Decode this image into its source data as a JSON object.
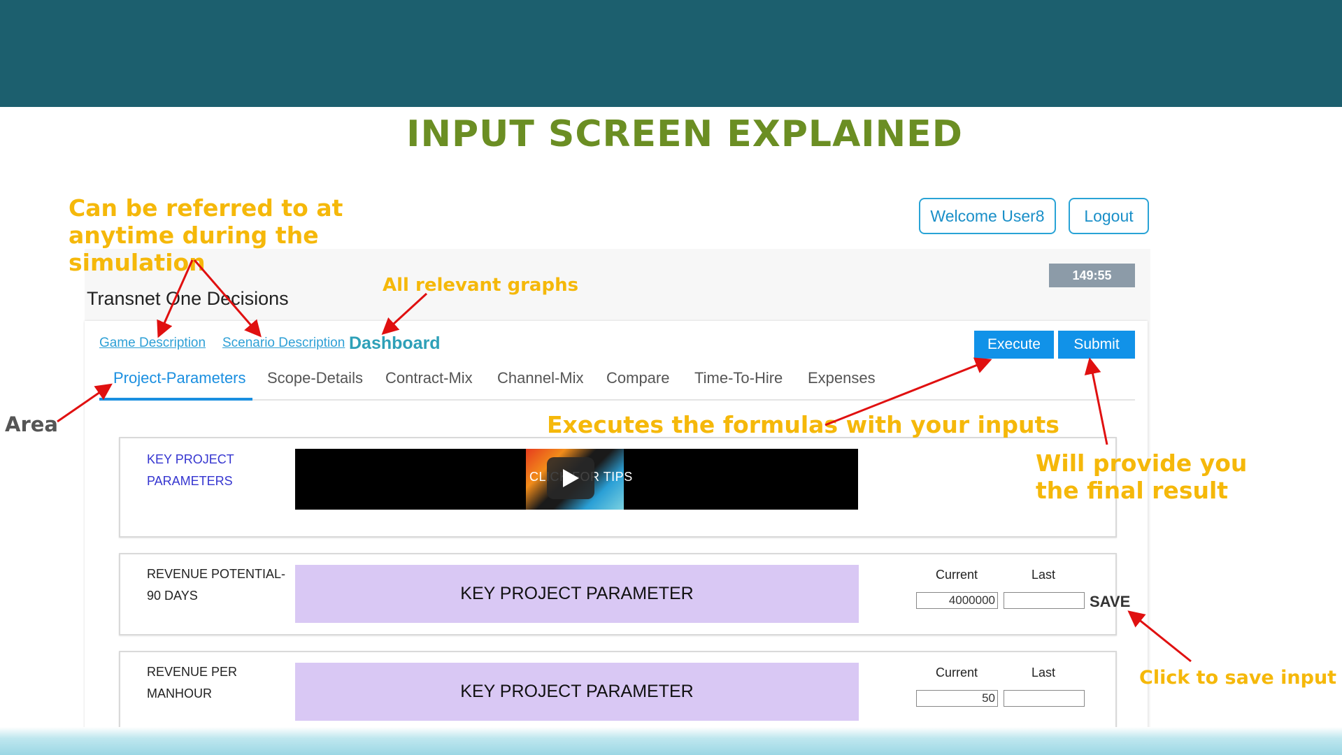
{
  "slide": {
    "title": "INPUT SCREEN EXPLAINED"
  },
  "header": {
    "welcome_label": "Welcome User8",
    "logout_label": "Logout",
    "timer": "149:55"
  },
  "app": {
    "title": "Transnet One Decisions",
    "links": {
      "game_description": "Game Description",
      "scenario_description": "Scenario Description",
      "dashboard": "Dashboard"
    },
    "actions": {
      "execute": "Execute",
      "submit": "Submit"
    },
    "tabs": [
      {
        "label": "Project-Parameters",
        "active": true
      },
      {
        "label": "Scope-Details",
        "active": false
      },
      {
        "label": "Contract-Mix",
        "active": false
      },
      {
        "label": "Channel-Mix",
        "active": false
      },
      {
        "label": "Compare",
        "active": false
      },
      {
        "label": "Time-To-Hire",
        "active": false
      },
      {
        "label": "Expenses",
        "active": false
      }
    ],
    "key_card": {
      "label_line1": "KEY PROJECT",
      "label_line2": "PARAMETERS",
      "video_caption": "CLICK FOR TIPS"
    },
    "param_rows": [
      {
        "label_line1": "REVENUE POTENTIAL-",
        "label_line2": "90 DAYS",
        "banner": "KEY PROJECT PARAMETER",
        "current_header": "Current",
        "last_header": "Last",
        "current_value": "4000000",
        "last_value": ""
      },
      {
        "label_line1": "REVENUE PER",
        "label_line2": "MANHOUR",
        "banner": "KEY PROJECT PARAMETER",
        "current_header": "Current",
        "last_header": "Last",
        "current_value": "50",
        "last_value": ""
      }
    ],
    "save_label": "SAVE"
  },
  "annotations": {
    "referred_line1": "Can be referred to at",
    "referred_line2": "anytime during the",
    "referred_line3": "simulation",
    "graphs": "All relevant graphs",
    "area": "Area",
    "executes": "Executes the formulas with your inputs",
    "final_line1": "Will provide you",
    "final_line2": "the final result",
    "save_note": "Click to save input"
  },
  "colors": {
    "topbar": "#1c5f6e",
    "title": "#6b8e23",
    "annotation": "#f5b80a",
    "arrow": "#e01010",
    "primary_button": "#1192e8",
    "banner": "#d9c8f4"
  }
}
